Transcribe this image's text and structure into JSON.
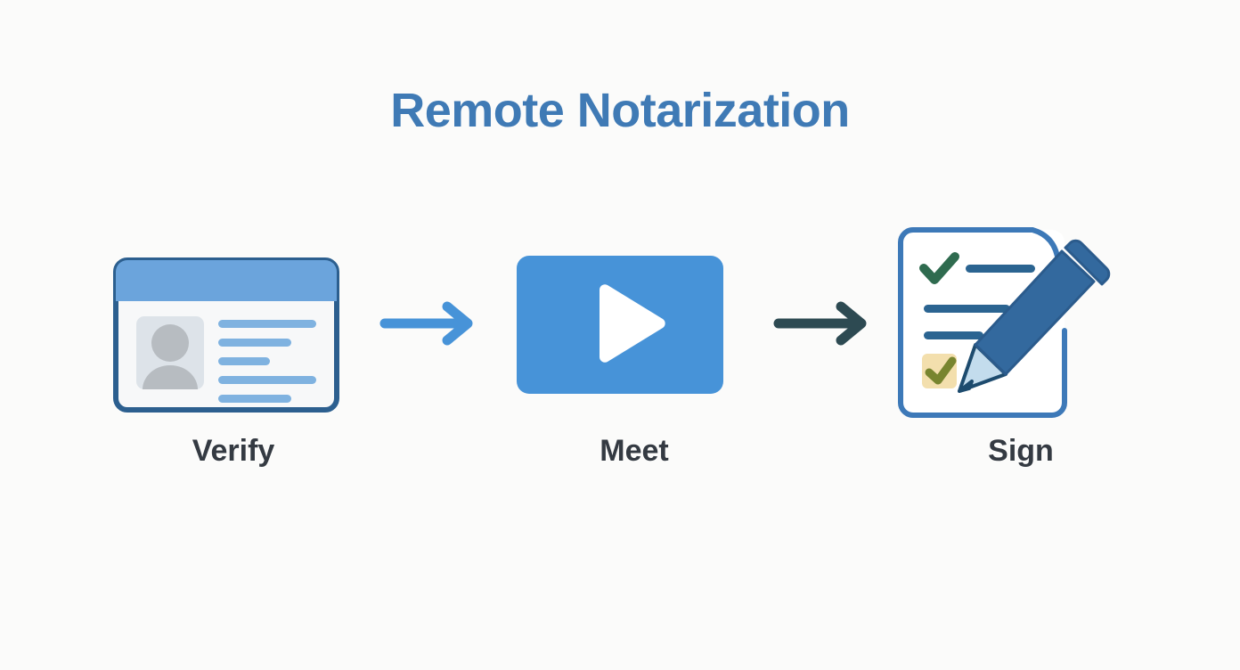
{
  "page": {
    "title": "Remote Notarization",
    "background_color": "#fbfbfa",
    "title_color": "#3f7ab5",
    "label_color": "#343a42"
  },
  "flow": {
    "steps": [
      {
        "label": "Verify",
        "icon": "id-card-icon",
        "colors": {
          "card_border": "#2c5f8f",
          "card_body": "#f7f8f9",
          "card_header": "#6ba4dc",
          "avatar_bg": "#dde3e9",
          "avatar_fill": "#b7bcc1",
          "line": "#7fb2e0"
        },
        "detail_lines": [
          5
        ]
      },
      {
        "label": "Meet",
        "icon": "video-play-icon",
        "colors": {
          "screen": "#4793d8",
          "play_triangle": "#ffffff"
        }
      },
      {
        "label": "Sign",
        "icon": "document-pencil-sign-icon",
        "colors": {
          "doc_border": "#3d79b8",
          "doc_body": "#ffffff",
          "check_green": "#2f6b4f",
          "doc_line": "#2b6491",
          "checkbox_fill": "#f3dfad",
          "checkbox_check": "#78852f",
          "pencil_body": "#33699e",
          "pencil_tip": "#c3dced",
          "pencil_point": "#1d4b6e"
        }
      }
    ],
    "arrows": [
      {
        "name": "arrow-verify-to-meet",
        "color": "#4793d8"
      },
      {
        "name": "arrow-meet-to-sign",
        "color": "#2d4a52"
      }
    ]
  }
}
